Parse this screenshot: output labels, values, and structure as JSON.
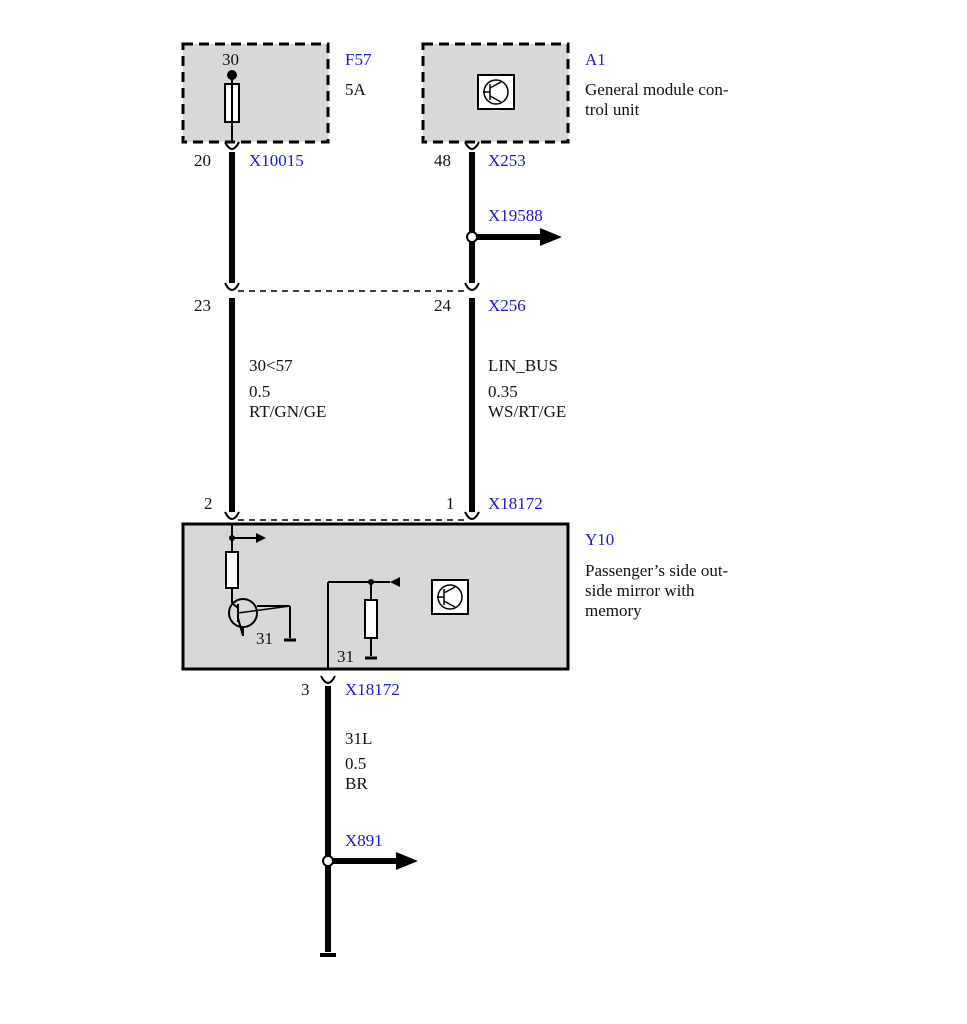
{
  "components": {
    "f57": {
      "id": "F57",
      "rating": "5A",
      "pin_top": "30"
    },
    "a1": {
      "id": "A1",
      "desc_line1": "General module con-",
      "desc_line2": "trol unit"
    },
    "y10": {
      "id": "Y10",
      "desc_line1": "Passenger’s side out-",
      "desc_line2": "side mirror with",
      "desc_line3": "memory",
      "ground1": "31",
      "ground2": "31"
    }
  },
  "connectors": {
    "x10015": {
      "id": "X10015",
      "pin": "20"
    },
    "x253": {
      "id": "X253",
      "pin": "48"
    },
    "x19588": {
      "id": "X19588"
    },
    "x256": {
      "id": "X256",
      "pin_left": "23",
      "pin_right": "24"
    },
    "x18172_top": {
      "id": "X18172",
      "pin_left": "2",
      "pin_right": "1"
    },
    "x18172_bottom": {
      "id": "X18172",
      "pin": "3"
    },
    "x891": {
      "id": "X891"
    }
  },
  "wires": {
    "left": {
      "signal": "30<57",
      "size": "0.5",
      "color": "RT/GN/GE"
    },
    "right": {
      "signal": "LIN_BUS",
      "size": "0.35",
      "color": "WS/RT/GE"
    },
    "bottom": {
      "signal": "31L",
      "size": "0.5",
      "color": "BR"
    }
  },
  "colors": {
    "label_blue": "#1a1acc",
    "box_fill": "#d8d8d8"
  }
}
